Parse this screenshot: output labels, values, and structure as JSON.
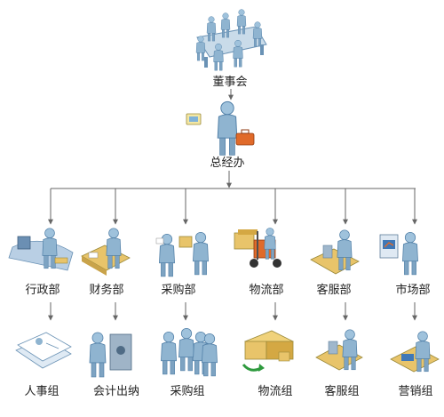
{
  "org_chart": {
    "top": {
      "label": "董事会",
      "icon": "boardroom-meeting-icon"
    },
    "second": {
      "label": "总经办",
      "icon": "manager-with-briefcase-icon"
    },
    "departments": [
      {
        "label": "行政部",
        "icon": "admin-desk-icon",
        "group": {
          "label": "人事组",
          "icon": "personnel-files-icon"
        }
      },
      {
        "label": "财务部",
        "icon": "finance-desk-icon",
        "group": {
          "label": "会计出纳",
          "icon": "safe-vault-icon"
        }
      },
      {
        "label": "采购部",
        "icon": "purchasing-exchange-icon",
        "group": {
          "label": "采购组",
          "icon": "team-people-icon"
        }
      },
      {
        "label": "物流部",
        "icon": "forklift-icon",
        "group": {
          "label": "物流组",
          "icon": "delivery-truck-icon"
        }
      },
      {
        "label": "客服部",
        "icon": "service-desk-icon",
        "group": {
          "label": "客服组",
          "icon": "service-terminal-icon"
        }
      },
      {
        "label": "市场部",
        "icon": "presentation-board-icon",
        "group": {
          "label": "营销组",
          "icon": "marketing-desk-icon"
        }
      }
    ]
  },
  "colors": {
    "connector": "#666666",
    "figure": "#8fb4d0",
    "figure_dark": "#5d88ae",
    "desk": "#e8c46a",
    "accent": "#e06a2a"
  }
}
